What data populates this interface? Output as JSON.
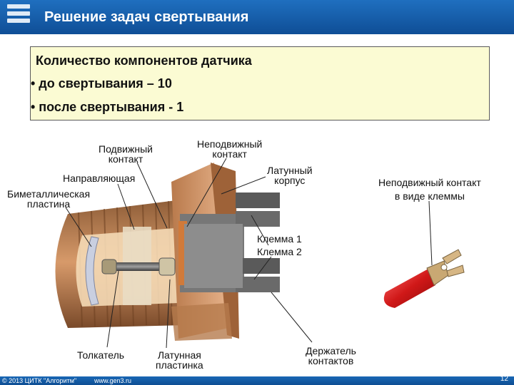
{
  "header": {
    "title": "Решение задач свертывания"
  },
  "box": {
    "heading": "Количество компонентов датчика",
    "items": [
      "• до свертывания – 10",
      "• после свертывания -  1"
    ]
  },
  "labels": {
    "movable_contact": [
      "Подвижный",
      "контакт"
    ],
    "fixed_contact": [
      "Неподвижный",
      "контакт"
    ],
    "guide": "Направляющая",
    "bimetal": [
      "Биметаллическая",
      "пластина"
    ],
    "brass_body": [
      "Латунный",
      "корпус"
    ],
    "terminal1": "Клемма 1",
    "terminal2": "Клемма 2",
    "pusher": "Толкатель",
    "brass_plate": [
      "Латунная",
      "пластинка"
    ],
    "holder": [
      "Держатель",
      "контактов"
    ],
    "fixed_terminal": [
      "Неподвижный контакт",
      "в виде клеммы"
    ]
  },
  "footer": {
    "copyright": "© 2013 ЦИТК \"Алгоритм\"",
    "website": "www.gen3.ru",
    "page": "12"
  }
}
